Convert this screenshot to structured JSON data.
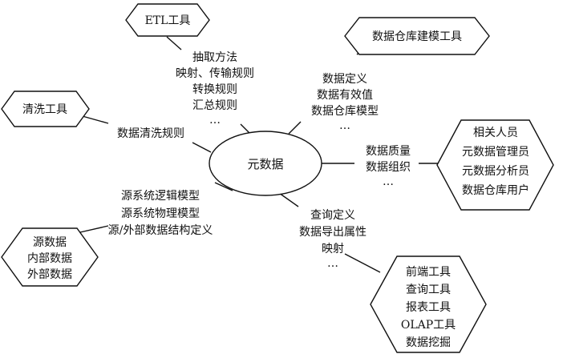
{
  "center": {
    "label": "元数据"
  },
  "hexagons": {
    "etl": [
      "ETL工具"
    ],
    "dw_model": [
      "数据仓库建模工具"
    ],
    "cleaning": [
      "清洗工具"
    ],
    "people": [
      "相关人员",
      "元数据管理员",
      "元数据分析员",
      "数据仓库用户"
    ],
    "sources": [
      "源数据",
      "内部数据",
      "外部数据"
    ],
    "front_tools": [
      "前端工具",
      "查询工具",
      "报表工具",
      "OLAP工具",
      "数据挖掘"
    ]
  },
  "text_groups": {
    "etl_items": [
      "抽取方法",
      "映射、传输规则",
      "转换规则",
      "汇总规则",
      "…"
    ],
    "dw_items": [
      "数据定义",
      "数据有效值",
      "数据仓库模型",
      "…"
    ],
    "clean_items": [
      "数据清洗规则"
    ],
    "quality_items": [
      "数据质量",
      "数据组织",
      "…"
    ],
    "source_items": [
      "源系统逻辑模型",
      "源系统物理模型",
      "源/外部数据结构定义"
    ],
    "query_items": [
      "查询定义",
      "数据导出属性",
      "映射",
      "…"
    ]
  }
}
